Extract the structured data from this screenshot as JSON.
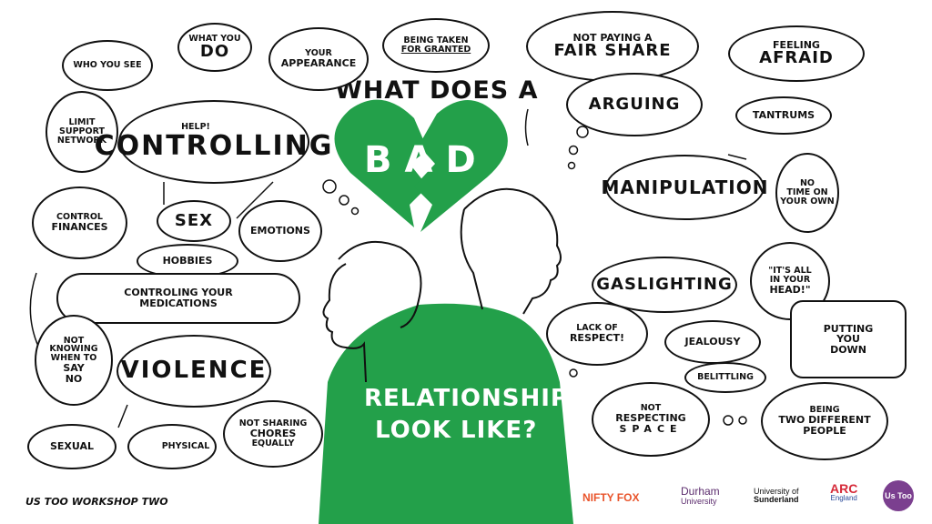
{
  "title_top": "WHAT DOES A",
  "title_heart": "BAD",
  "title_bottom_1": "RELATIONSHIP",
  "title_bottom_2": "LOOK LIKE?",
  "bubbles": {
    "who_you_see": "WHO you SEE",
    "what_you_do_1": "WHAT YOU",
    "what_you_do_2": "DO",
    "your_appearance_1": "YOUR",
    "your_appearance_2": "APPEARANCE",
    "taken_for_granted_1": "BEING TAKEN",
    "taken_for_granted_2": "FOR GRANTED",
    "limit_support_1": "LIMIT",
    "limit_support_2": "SUPPORT",
    "limit_support_3": "NETWORK",
    "help": "HELP!",
    "controlling": "CONTROLLING",
    "control_finances_1": "CONTROL",
    "control_finances_2": "FINANCES",
    "sex": "SEX",
    "emotions": "EMOTIONS",
    "hobbies": "HOBBIES",
    "medications_1": "CONTROLING YOUR",
    "medications_2": "MEDICATIONS",
    "not_knowing_1": "NOT",
    "not_knowing_2": "KNOWING",
    "not_knowing_3": "WHEN TO",
    "not_knowing_4": "SAY",
    "not_knowing_5": "NO",
    "violence": "VIOLENCE",
    "sexual": "SEXUAL",
    "physical": "PHYSICAL",
    "chores_1": "NOT SHARING",
    "chores_2": "CHORES",
    "chores_3": "EQUALLY",
    "fair_share_1": "NOT PAYING A",
    "fair_share_2": "FAIR SHARE",
    "feeling_afraid_1": "FEELING",
    "feeling_afraid_2": "AFRAID",
    "arguing": "ARGUING",
    "tantrums": "TANTRUMS",
    "manipulation": "MANIPULATION",
    "no_time_1": "NO",
    "no_time_2": "TIME on",
    "no_time_3": "your OWN",
    "gaslighting": "GASLIGHTING",
    "in_your_head_1": "\"It's all",
    "in_your_head_2": "in your",
    "in_your_head_3": "HEAD!\"",
    "lack_respect_1": "LACK of",
    "lack_respect_2": "RESPECT!",
    "jealousy": "JEALOUSY",
    "putting_down_1": "PUTTING",
    "putting_down_2": "YOU",
    "putting_down_3": "DOWN",
    "belittling": "BELITTLING",
    "not_respecting_1": "NOT",
    "not_respecting_2": "RESPECTING",
    "not_respecting_3": "SPACE",
    "two_people_1": "BEING",
    "two_people_2": "TWO DIFFERENT",
    "two_people_3": "PEOPLE"
  },
  "footer": "US TOO WORKSHOP TWO",
  "logos": {
    "nifty_fox": "NIFTY FOX",
    "durham_1": "Durham",
    "durham_2": "University",
    "sunderland_1": "University of",
    "sunderland_2": "Sunderland",
    "arc_1": "ARC",
    "arc_2": "England",
    "us_too": "Us Too"
  },
  "colors": {
    "green": "#23a04a",
    "ink": "#111111",
    "orange": "#e9542b",
    "purple": "#7b3f8f",
    "red": "#d62b3a"
  }
}
